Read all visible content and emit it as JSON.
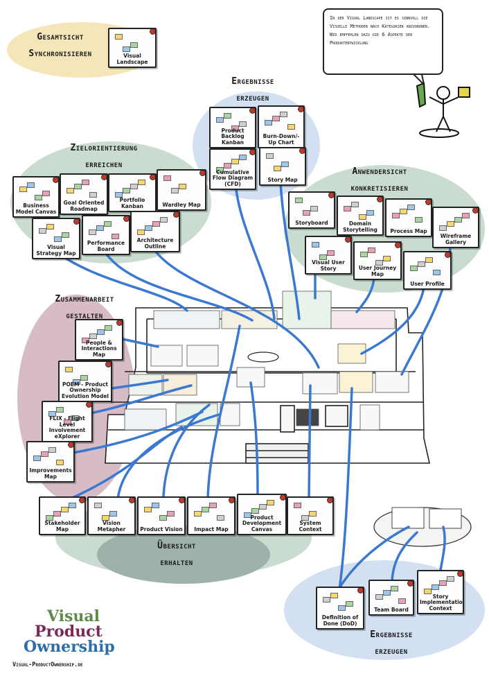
{
  "speech_text": "In der Visual Landscape ist es sinnvoll die Visuelle Methoden nach Kategorien anzuordnen. Wir empfehlen dazu die 6 Aspekte der Produktentwicklung",
  "colors": {
    "line": "#3a78d2",
    "yellow": "#f4e6b8",
    "blue": "#d2e0f2",
    "green": "#c9dccf",
    "mauve": "#d7bcc6",
    "dark": "#9fb1ad"
  },
  "regions": [
    {
      "id": "gesamtsicht",
      "title_lines": [
        "Gesamtsicht",
        "Synchronisieren"
      ]
    },
    {
      "id": "ergebnisse-top",
      "title_lines": [
        "Ergebnisse",
        "erzeugen"
      ]
    },
    {
      "id": "zielorientierung",
      "title_lines": [
        "Zielorientierung",
        "erreichen"
      ]
    },
    {
      "id": "anwendersicht",
      "title_lines": [
        "Anwendersicht",
        "konkretisieren"
      ]
    },
    {
      "id": "zusammenarbeit",
      "title_lines": [
        "Zusammenarbeit",
        "gestalten"
      ]
    },
    {
      "id": "uebersicht",
      "title_lines": [
        "Übersicht",
        "erhalten"
      ]
    },
    {
      "id": "ergebnisse-bottom",
      "title_lines": [
        "Ergebnisse",
        "erzeugen"
      ]
    }
  ],
  "cards": [
    {
      "id": "visual-landscape",
      "label": "Visual Landscape"
    },
    {
      "id": "product-backlog-kanban",
      "label": "Product Backlog Kanban"
    },
    {
      "id": "burn-down-up-chart",
      "label": "Burn-Down/-Up Chart"
    },
    {
      "id": "cumulative-flow-diagram",
      "label": "Cumulative Flow Diagram (CFD)"
    },
    {
      "id": "story-map",
      "label": "Story Map"
    },
    {
      "id": "business-model-canvas",
      "label": "Business Model Canvas"
    },
    {
      "id": "goal-oriented-roadmap",
      "label": "Goal Oriented Roadmap"
    },
    {
      "id": "portfolio-kanban",
      "label": "Portfolio Kanban"
    },
    {
      "id": "wardley-map",
      "label": "Wardley Map"
    },
    {
      "id": "visual-strategy-map",
      "label": "Visual Strategy Map"
    },
    {
      "id": "performance-board",
      "label": "Performance Board"
    },
    {
      "id": "architecture-outline",
      "label": "Architecture Outline"
    },
    {
      "id": "storyboard",
      "label": "Storyboard"
    },
    {
      "id": "domain-storytelling",
      "label": "Domain Storytelling"
    },
    {
      "id": "process-map",
      "label": "Process Map"
    },
    {
      "id": "wireframe-gallery",
      "label": "Wireframe Gallery"
    },
    {
      "id": "visual-user-story",
      "label": "Visual User Story"
    },
    {
      "id": "user-journey-map",
      "label": "User Journey Map"
    },
    {
      "id": "user-profile",
      "label": "User Profile"
    },
    {
      "id": "people-interactions-map",
      "label": "People & Interactions Map"
    },
    {
      "id": "poem",
      "label": "POEM - Product Ownership Evolution Model"
    },
    {
      "id": "flix",
      "label": "FLIX - Flight Level Involvement eXplorer"
    },
    {
      "id": "improvements-map",
      "label": "Improvements Map"
    },
    {
      "id": "stakeholder-map",
      "label": "Stakeholder Map"
    },
    {
      "id": "vision-metapher",
      "label": "Vision Metapher"
    },
    {
      "id": "product-vision",
      "label": "Product Vision"
    },
    {
      "id": "impact-map",
      "label": "Impact Map"
    },
    {
      "id": "product-development-canvas",
      "label": "Product Development Canvas"
    },
    {
      "id": "system-context",
      "label": "System Context"
    },
    {
      "id": "definition-of-done",
      "label": "Definition of Done (DoD)"
    },
    {
      "id": "team-board",
      "label": "Team Board"
    },
    {
      "id": "story-implementation-context",
      "label": "Story Implementation Context"
    }
  ],
  "logo": {
    "line1": "Visual",
    "line2": "Product",
    "line3": "Ownership"
  },
  "url": "Visual-ProductOwnership.de"
}
